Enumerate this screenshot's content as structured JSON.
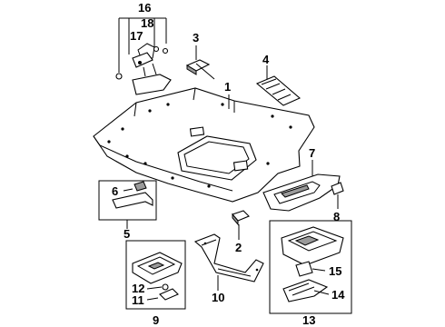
{
  "callouts": {
    "c1": "1",
    "c2": "2",
    "c3": "3",
    "c4": "4",
    "c5": "5",
    "c6": "6",
    "c7": "7",
    "c8": "8",
    "c9": "9",
    "c10": "10",
    "c11": "11",
    "c12": "12",
    "c13": "13",
    "c14": "14",
    "c15": "15",
    "c16": "16",
    "c17": "17",
    "c18": "18"
  },
  "colors": {
    "ink": "#000000",
    "paper": "#ffffff",
    "shade": "#9a9a9a"
  }
}
